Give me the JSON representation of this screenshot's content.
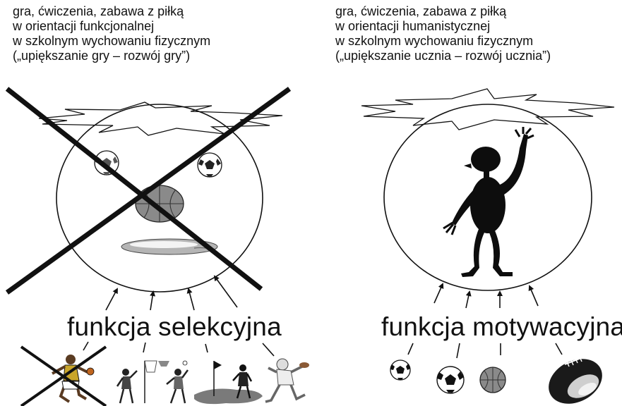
{
  "left_panel": {
    "caption_lines": [
      "gra, ćwiczenia, zabawa z piłką",
      "w orientacji funkcjonalnej",
      "w szkolnym wychowaniu fizycznym",
      "(„upiększanie gry – rozwój gry”)"
    ],
    "function_label": "funkcja selekcyjna",
    "crossed_out": true,
    "icons": [
      "soccer-ball-icon",
      "soccer-ball-icon",
      "basketball-icon",
      "rugby-ball-icon",
      "basketball-player-icon",
      "netball-player-icon",
      "volleyball-player-icon",
      "golfer-icon",
      "rugby-player-icon"
    ]
  },
  "right_panel": {
    "caption_lines": [
      "gra, ćwiczenia, zabawa z piłką",
      "w orientacji humanistycznej",
      "w szkolnym wychowaniu fizycznym",
      "(„upiększanie ucznia – rozwój ucznia”)"
    ],
    "function_label": "funkcja motywacyjna",
    "crossed_out": false,
    "icons": [
      "stick-figure-icon",
      "soccer-ball-icon",
      "soccer-ball-icon",
      "basketball-icon",
      "american-football-icon"
    ]
  },
  "colors": {
    "ink": "#111111",
    "ball_grey": "#8a8a8a",
    "figure": "#0d0d0d"
  }
}
